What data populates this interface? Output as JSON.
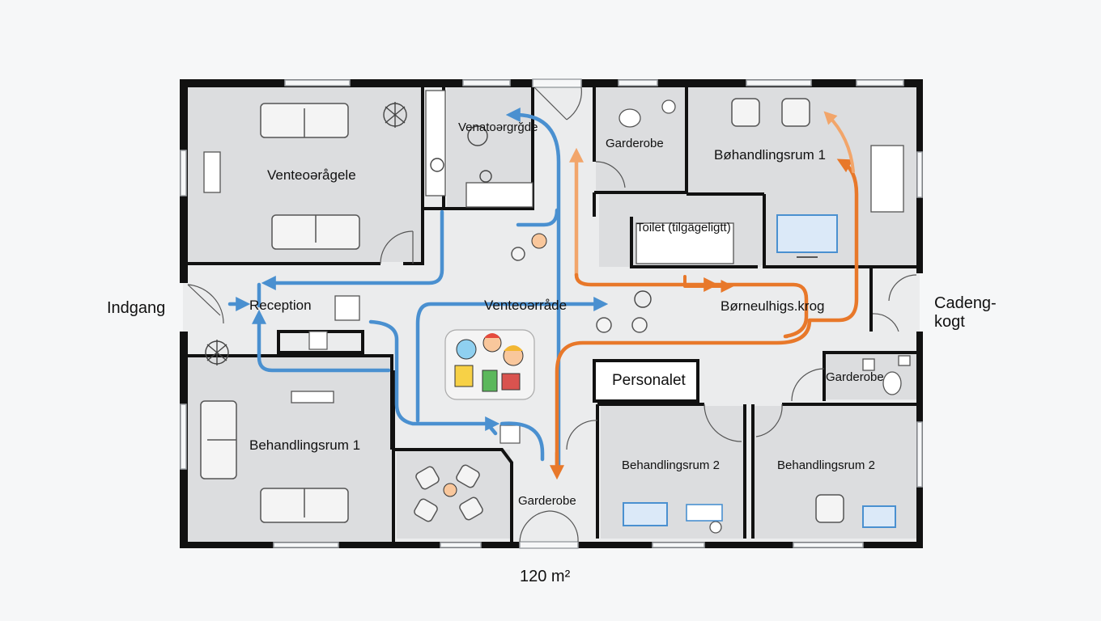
{
  "plan": {
    "area": "120 m²",
    "entrance_left": "Indgang",
    "entrance_right_line1": "Cadeng-",
    "entrance_right_line2": "kogt"
  },
  "rooms": {
    "waiting_top_left": "Venteoərågele",
    "waiting_top_mid": "Venatoərgrğde",
    "garderobe_top": "Garderobe",
    "treatment_top_right": "Bøhandlingsrum 1",
    "toilet": "Toilet (tilgägeligtt)",
    "reception": "Reception",
    "waiting_center": "Venteoərråde",
    "kids_corner": "Børneulhigs.krog",
    "staff": "Personalet",
    "garderobe_right": "Garderobe",
    "treatment_bottom_left": "Behandlingsrum 1",
    "garderobe_bottom": "Garderobe",
    "treatment_bottom_mid": "Behandlingsrum 2",
    "treatment_bottom_right": "Behandlingsrum 2"
  },
  "colors": {
    "wall": "#111111",
    "floor": "#dcdddf",
    "corridor": "#ebeced",
    "blue_path": "#4a90d0",
    "orange_path": "#e8782a",
    "orange_light": "#f2a56a",
    "window": "#9fa3a7"
  },
  "icons": [
    "sofa-icon",
    "armchair-icon",
    "plant-icon",
    "table-icon",
    "monitor-icon",
    "toilet-icon",
    "sink-icon",
    "children-play-icon",
    "chair-icon"
  ]
}
